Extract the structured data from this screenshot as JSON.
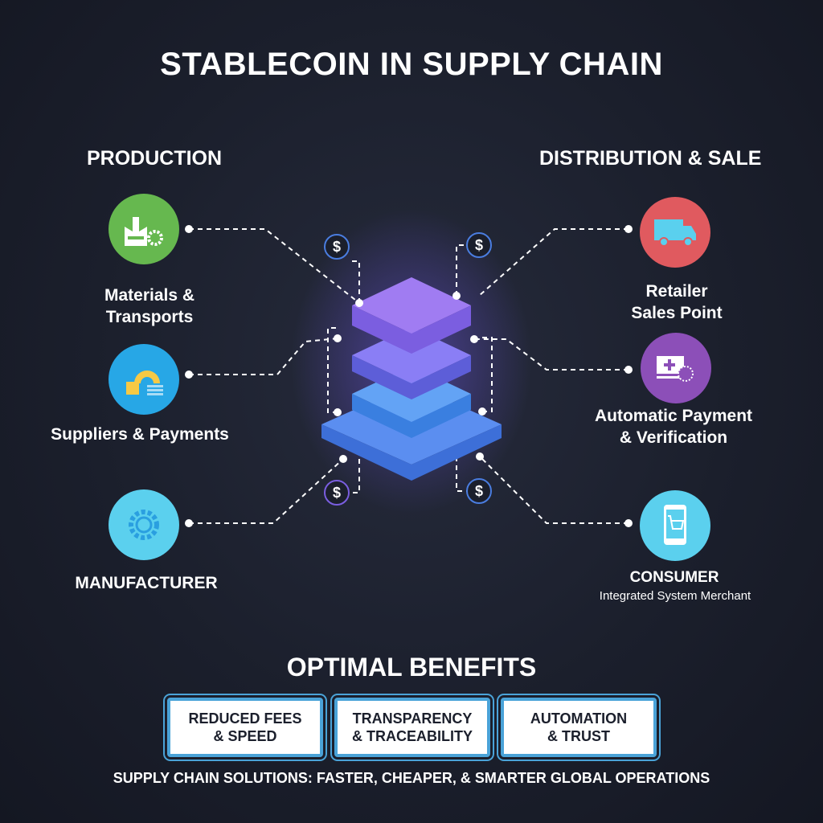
{
  "title": "STABLECOIN IN SUPPLY CHAIN",
  "sections": {
    "left": "PRODUCTION",
    "right": "DISTRIBUTION & SALE"
  },
  "left_nodes": [
    {
      "icon": "factory-gear-icon",
      "line1": "Materials &",
      "line2": "Transports",
      "color": "#66b84f"
    },
    {
      "icon": "supplier-payment-icon",
      "line1": "Suppliers & Payments",
      "line2": "",
      "color": "#27a7e6"
    },
    {
      "icon": "gear-icon",
      "line1": "MANUFACTURER",
      "line2": "",
      "color": "#5bd0ee"
    }
  ],
  "right_nodes": [
    {
      "icon": "delivery-truck-icon",
      "line1": "Retailer",
      "line2": "Sales Point",
      "color": "#e05a5f"
    },
    {
      "icon": "payment-verification-icon",
      "line1": "Automatic Payment",
      "line2": "& Verification",
      "color": "#8c4fb8"
    },
    {
      "icon": "mobile-cart-icon",
      "line1": "CONSUMER",
      "line2": "Integrated System Merchant",
      "color": "#5bd0ee"
    }
  ],
  "dollar": "$",
  "benefits": {
    "heading": "OPTIMAL BENEFITS",
    "items": [
      {
        "line1": "REDUCED FEES",
        "line2": "& SPEED"
      },
      {
        "line1": "TRANSPARENCY",
        "line2": "& TRACEABILITY"
      },
      {
        "line1": "AUTOMATION",
        "line2": "& TRUST"
      }
    ]
  },
  "footer": "SUPPLY CHAIN SOLUTIONS: FASTER, CHEAPER, & SMARTER GLOBAL OPERATIONS"
}
